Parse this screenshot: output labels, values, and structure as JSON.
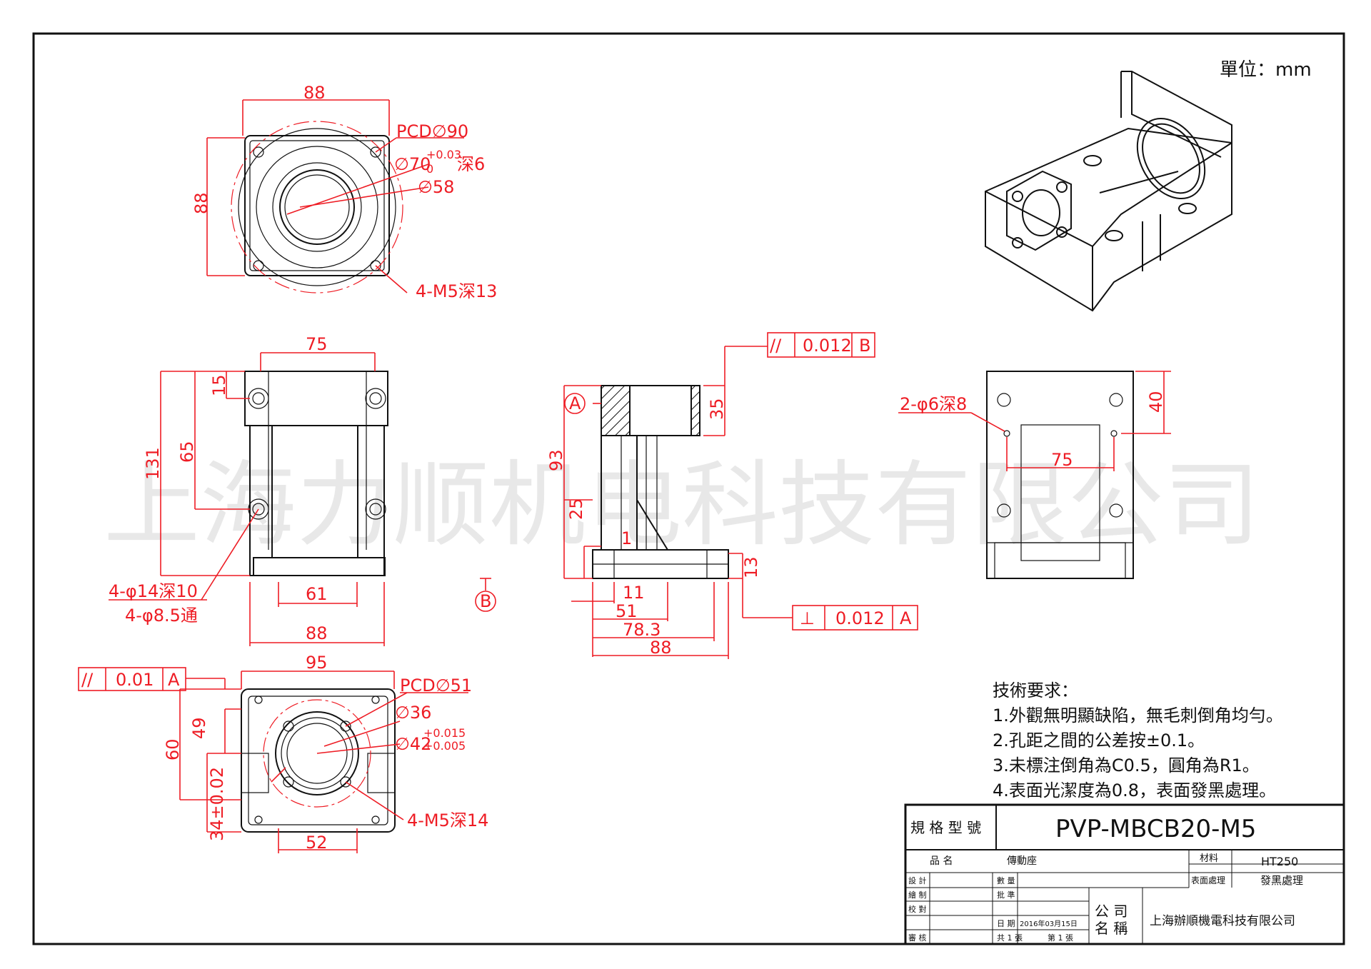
{
  "unit_label": "單位：mm",
  "watermark": "上海力顺机电科技有限公司",
  "top_view": {
    "width": "88",
    "height": "88",
    "pcd": "PCD∅90",
    "bore": "∅70",
    "bore_tol_upper": "+0.03",
    "bore_tol_lower": "0",
    "bore_depth": "深6",
    "bore_inner": "∅58",
    "holes": "4-M5深13"
  },
  "side_view": {
    "top_width": "75",
    "dim_15": "15",
    "dim_131": "131",
    "dim_65": "65",
    "dim_61": "61",
    "dim_88": "88",
    "holes_a": "4-φ14深10",
    "holes_b": "4-φ8.5通"
  },
  "bottom_view": {
    "width": "95",
    "pcd": "PCD∅51",
    "bore_36": "∅36",
    "bore_42": "∅42",
    "tol_upper": "+0.015",
    "tol_lower": "+0.005",
    "dim_60": "60",
    "dim_49": "49",
    "dim_34": "34±0.02",
    "dim_52": "52",
    "holes": "4-M5深14",
    "tolerance": {
      "symbol": "//",
      "value": "0.01",
      "datum": "A"
    }
  },
  "section_view": {
    "parallel_tol": {
      "symbol": "//",
      "value": "0.012",
      "datum": "B"
    },
    "perp_tol": {
      "symbol": "⊥",
      "value": "0.012",
      "datum": "A"
    },
    "datum_a": "A",
    "datum_b": "B",
    "dim_35": "35",
    "dim_93": "93",
    "dim_25": "25",
    "dim_1": "1",
    "dim_13": "13",
    "dim_11": "11",
    "dim_51": "51",
    "dim_78": "78.3",
    "dim_88": "88"
  },
  "right_view": {
    "holes": "2-φ6深8",
    "dim_40": "40",
    "dim_75": "75"
  },
  "tech_requirements": {
    "title": "技術要求：",
    "items": [
      "1.外觀無明顯缺陷，無毛刺倒角均勻。",
      "2.孔距之間的公差按±0.1。",
      "3.未標注倒角為C0.5，圓角為R1。",
      "4.表面光潔度為0.8，表面發黑處理。"
    ]
  },
  "title_block": {
    "spec_label": "規 格 型 號",
    "model": "PVP-MBCB20-M5",
    "name_label": "品 名",
    "name_value": "傳動座",
    "material_label": "材料",
    "material_value": "HT250",
    "surface_label": "表面處理",
    "surface_value": "發黑處理",
    "design_label": "設 計",
    "draw_label": "繪 制",
    "check_label": "校 對",
    "review_label": "審 核",
    "qty_label": "數 量",
    "approve_label": "批 準",
    "date_label": "日 期",
    "date_value": "2016年03月15日",
    "sheets_total": "共 1 張",
    "sheet_no": "第 1 張",
    "company_label": "公 司\n名 稱",
    "company_value": "上海辦順機電科技有限公司"
  }
}
